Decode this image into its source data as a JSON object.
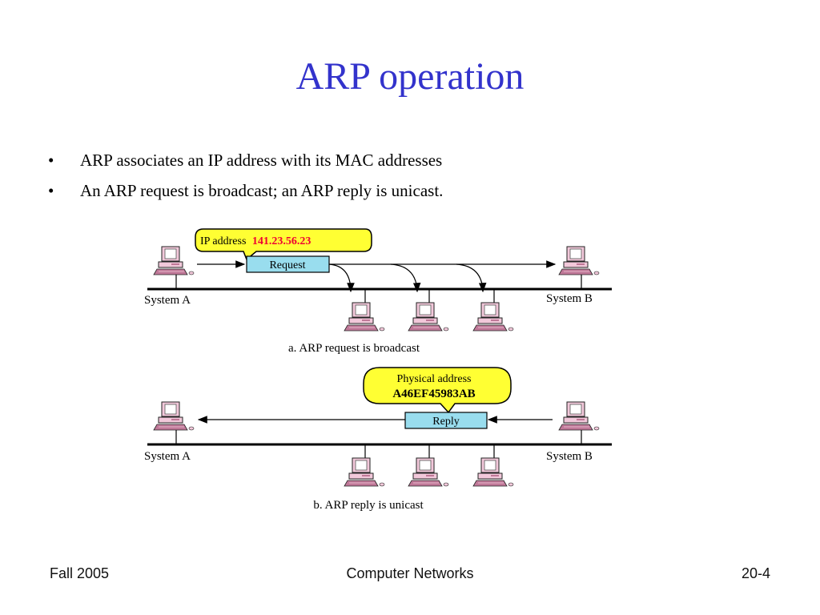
{
  "slide": {
    "title": "ARP operation",
    "bullets": [
      "ARP associates an IP address with its MAC addresses",
      "An ARP request is broadcast; an ARP reply is unicast."
    ]
  },
  "diagram": {
    "a": {
      "callout_label": "IP address",
      "callout_value": "141.23.56.23",
      "packet": "Request",
      "left_station": "System A",
      "right_station": "System B",
      "caption": "a. ARP request is broadcast"
    },
    "b": {
      "callout_line1": "Physical address",
      "callout_line2": "A46EF45983AB",
      "packet": "Reply",
      "left_station": "System A",
      "right_station": "System B",
      "caption": "b. ARP reply is unicast"
    },
    "colors": {
      "callout_fill": "#ffff33",
      "packet_fill": "#99ddee",
      "ip_value": "#ee0033",
      "computer_body": "#f2c8da",
      "computer_dark": "#c07898"
    }
  },
  "footer": {
    "left": "Fall 2005",
    "center": "Computer Networks",
    "right": "20-4"
  }
}
